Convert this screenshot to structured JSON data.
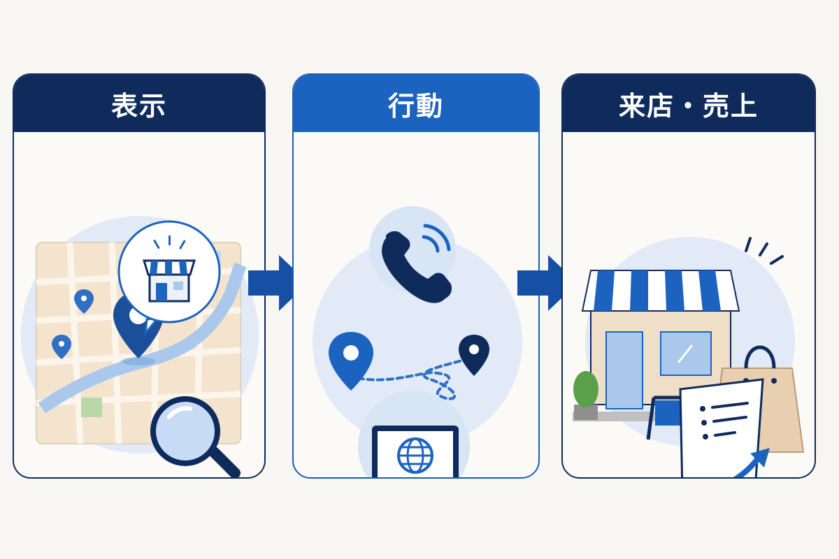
{
  "steps": [
    {
      "title": "表示"
    },
    {
      "title": "行動"
    },
    {
      "title": "来店・売上"
    }
  ],
  "icons": {
    "step1": [
      "map-icon",
      "store-icon",
      "location-pin-icon",
      "magnifier-icon"
    ],
    "step2": [
      "phone-icon",
      "location-pin-icon",
      "route-icon",
      "laptop-icon",
      "globe-icon"
    ],
    "step3": [
      "storefront-icon",
      "shopping-bag-icon",
      "plant-icon",
      "signboard-icon",
      "receipt-icon",
      "trend-up-arrow-icon"
    ]
  },
  "colors": {
    "navy": "#0f2b5c",
    "blue": "#1c63c0",
    "light_blue": "#dde8f6",
    "map_beige": "#f3e3cc",
    "river": "#a9c8ec",
    "background": "#f8f6f2"
  }
}
